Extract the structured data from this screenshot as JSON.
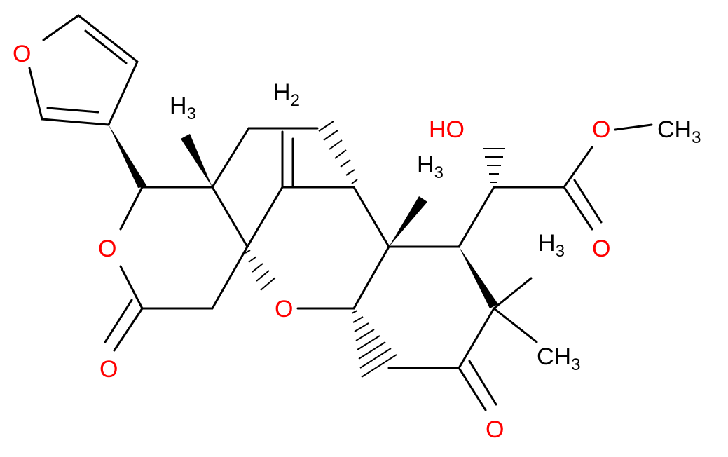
{
  "structure": {
    "atom_labels": {
      "furan_o": "O",
      "lactone_ring_o": "O",
      "lactone_carbonyl_o": "O",
      "ether_o": "O",
      "ketone_o": "O",
      "hydroxyl": "HO",
      "ester_o": "O",
      "ester_carbonyl_o": "O",
      "methyl_c": "CH",
      "methyl_sub": "3",
      "methyl_h": "H",
      "methylene_h": "H",
      "methylene_sub": "2",
      "gem_dimethyl_c": "CH",
      "gem_dimethyl_sub": "3"
    },
    "colors": {
      "oxygen": "#ff0000",
      "carbon": "#000000",
      "background": "#ffffff"
    }
  }
}
